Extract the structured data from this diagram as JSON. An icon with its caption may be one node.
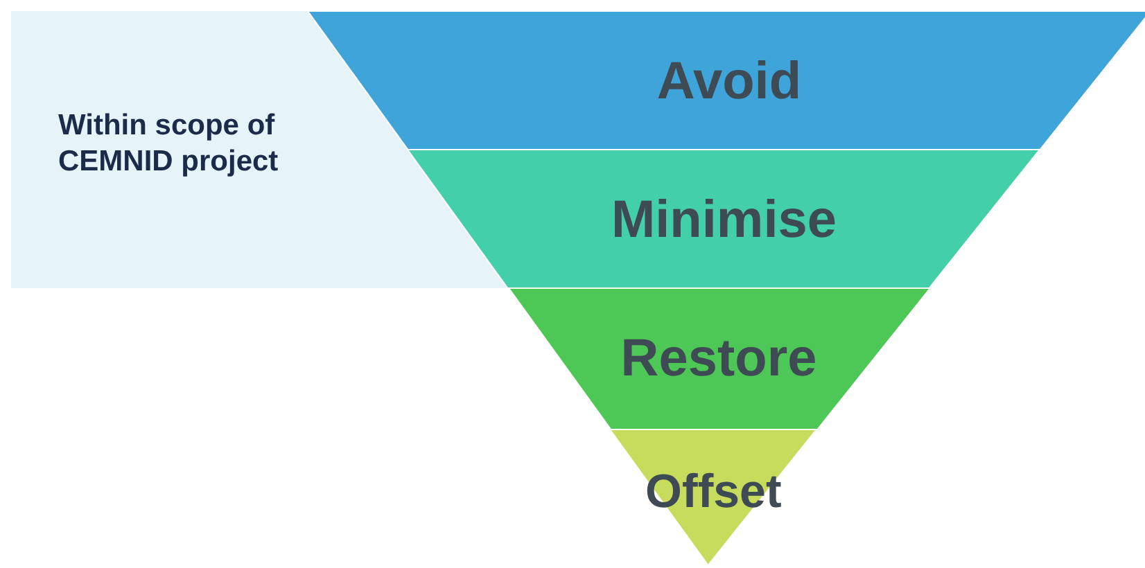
{
  "diagram": {
    "nodes": [
      {
        "text": [
          "Within scope of CEMNID project"
        ]
      },
      {
        "text": [
          "Avoid"
        ]
      },
      {
        "text": [
          "Minimise"
        ]
      },
      {
        "text": [
          "Restore"
        ]
      },
      {
        "text": [
          "Offset"
        ]
      }
    ]
  }
}
